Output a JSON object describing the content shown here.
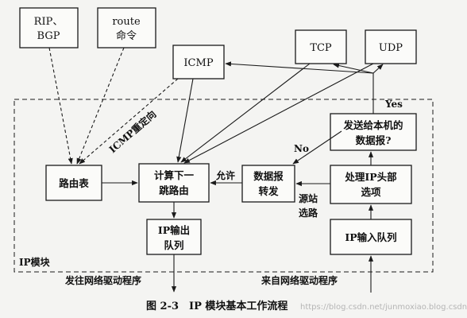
{
  "nodes": {
    "rip_bgp": [
      "RIP、",
      "BGP"
    ],
    "route_cmd": [
      "route",
      "命令"
    ],
    "icmp": "ICMP",
    "tcp": "TCP",
    "udp": "UDP",
    "route_table": "路由表",
    "compute_route": [
      "计算下一",
      "跳路由"
    ],
    "data_forward": [
      "数据报",
      "转发"
    ],
    "process_header": [
      "处理IP头部",
      "选项"
    ],
    "local_check": [
      "发送给本机的",
      "数据报?"
    ],
    "output_queue": [
      "IP输出",
      "队列"
    ],
    "input_queue": "IP输入队列"
  },
  "labels": {
    "icmp_redirect": "ICMP重定向",
    "allow": "允许",
    "source_route": [
      "源站",
      "选路"
    ],
    "yes": "Yes",
    "no": "No",
    "ip_module": "IP模块",
    "to_driver": "发往网络驱动程序",
    "from_driver": "来自网络驱动程序"
  },
  "caption": "图 2-3　IP 模块基本工作流程",
  "watermark": "https://blog.csdn.net/junmoxiao.blog.csdn.net"
}
